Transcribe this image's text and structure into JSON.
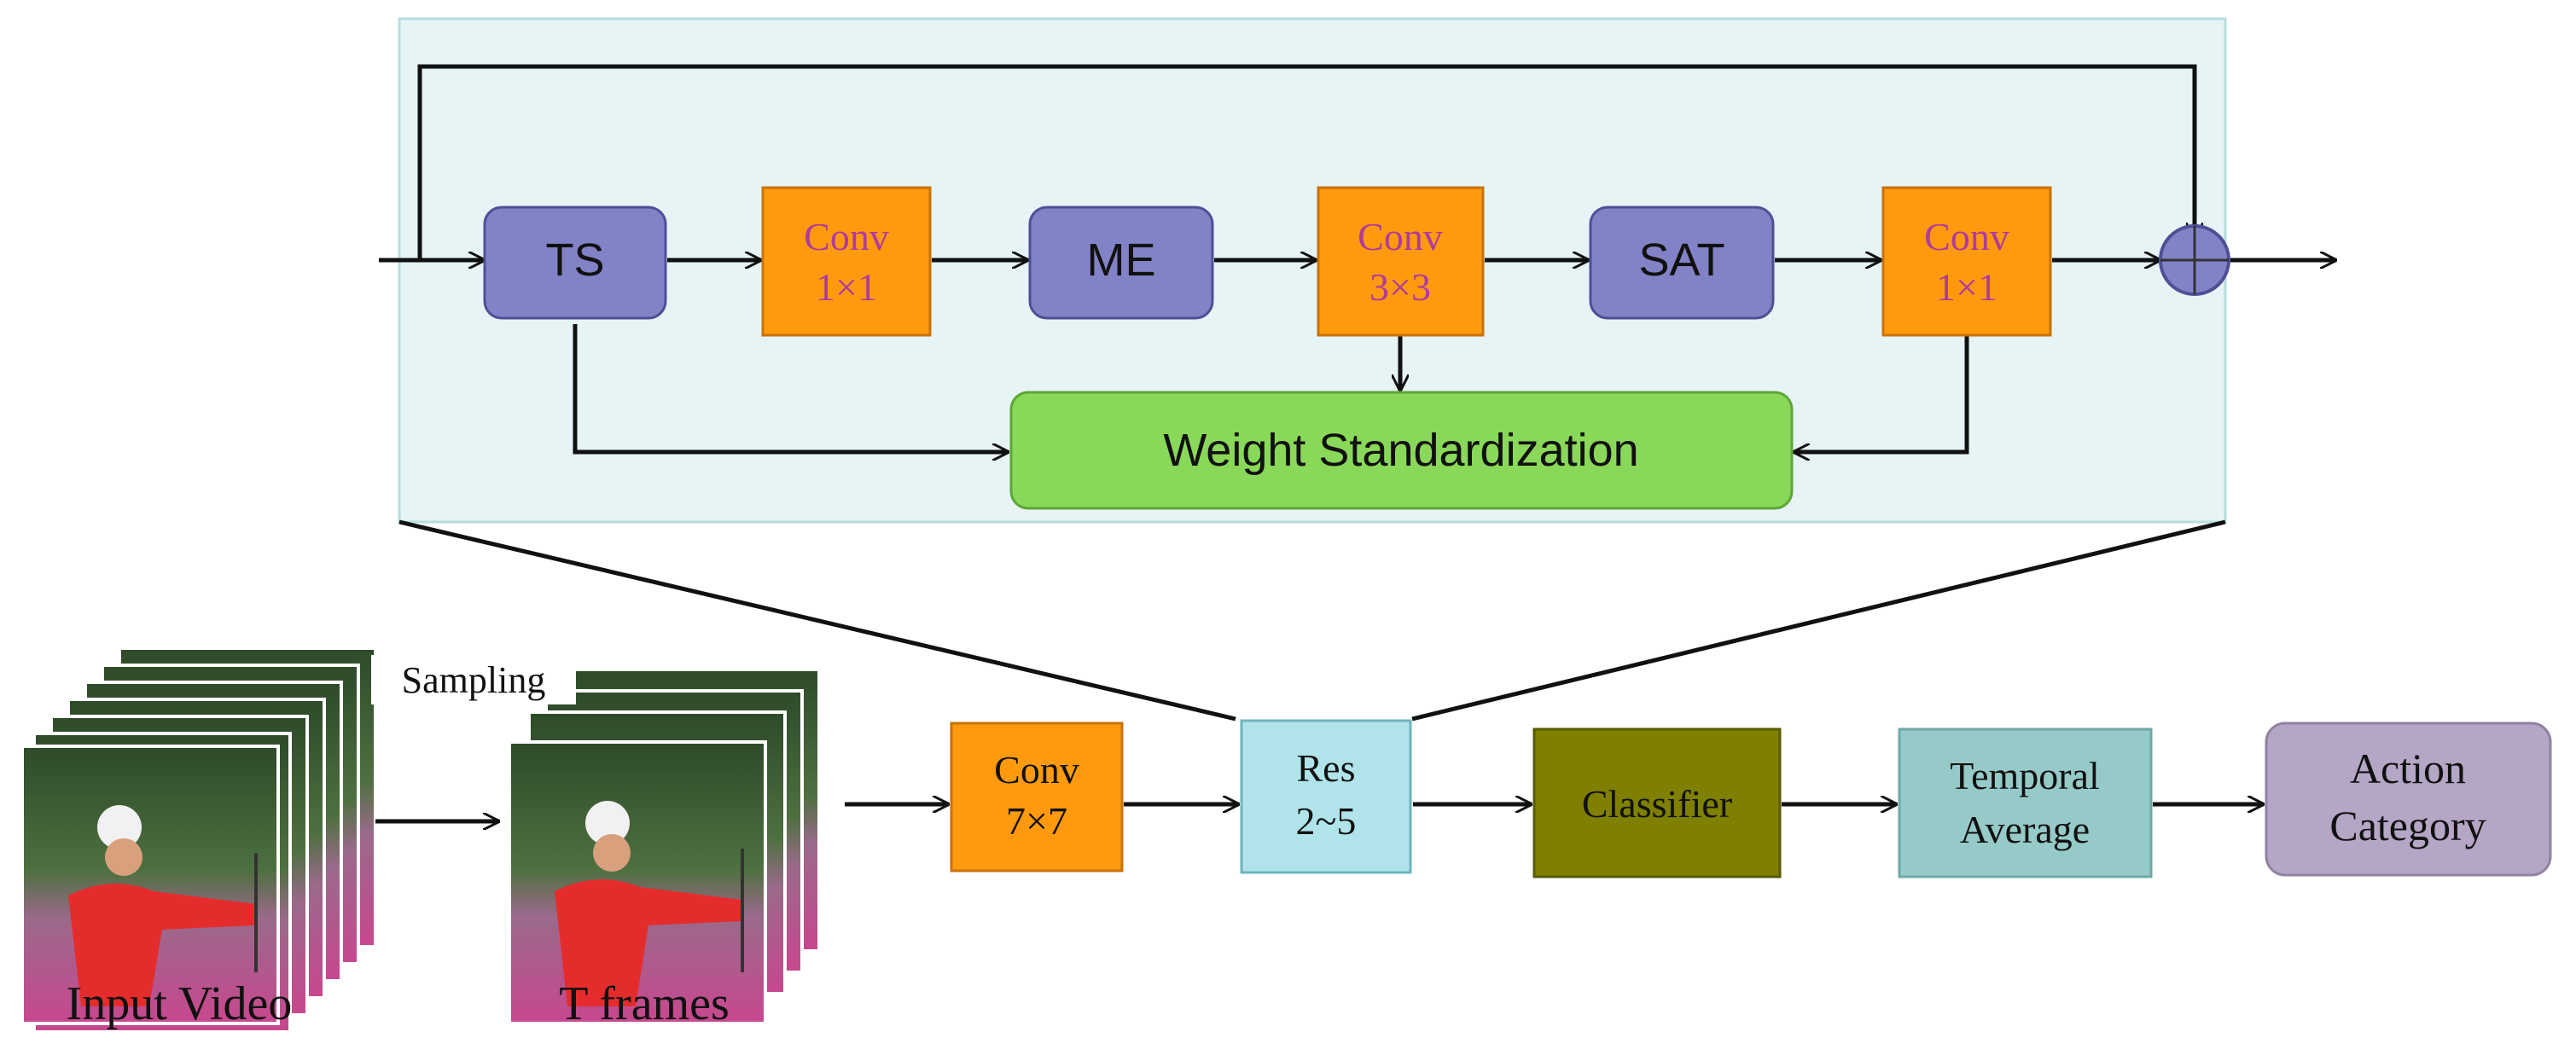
{
  "colors": {
    "module_panel": "#e6f4f5",
    "module_panel_border": "#b7dde0",
    "purple_box": "#8282c6",
    "purple_border": "#4f4f96",
    "orange_box": "#ff9a0f",
    "orange_border": "#c9720a",
    "orange_text": "#b03c9a",
    "green_box": "#8ad85a",
    "green_border": "#5ea636",
    "cyan_box": "#b0e4ea",
    "olive_box": "#7f7f00",
    "teal_box": "#96cac8",
    "lavender_box": "#b5a6c6",
    "line": "#111111"
  },
  "module": {
    "ts": "TS",
    "conv1": [
      "Conv",
      "1×1"
    ],
    "me": "ME",
    "conv3": [
      "Conv",
      "3×3"
    ],
    "sat": "SAT",
    "conv1b": [
      "Conv",
      "1×1"
    ],
    "ws": "Weight Standardization",
    "adder_icon": "plus-circle-icon"
  },
  "pipeline": {
    "input_label": "Input Video",
    "sampling_label": "Sampling",
    "frames_label": "T frames",
    "conv7": [
      "Conv",
      "7×7"
    ],
    "res": [
      "Res",
      "2~5"
    ],
    "classifier": "Classifier",
    "temporal": [
      "Temporal",
      "Average"
    ],
    "action": [
      "Action",
      "Category"
    ]
  }
}
